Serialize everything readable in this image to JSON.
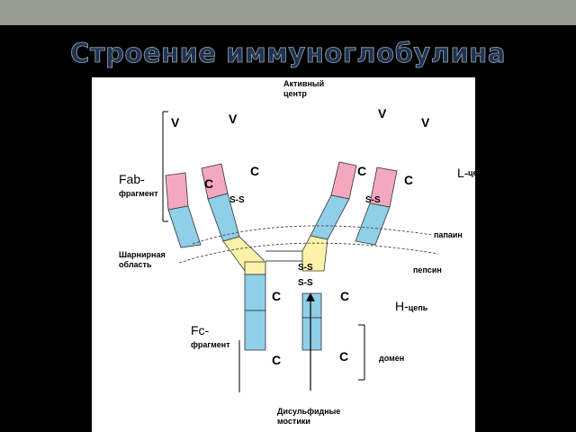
{
  "slide": {
    "title": "Строение иммуноглобулина"
  },
  "labels": {
    "active_center": "Активный центр",
    "fab_big": "Fab-",
    "fab_small": "фрагмент",
    "hinge": "Шарнирная область",
    "fc_big": "Fc-",
    "fc_small": "фрагмент",
    "l_chain_big": "L-",
    "l_chain_small": "цепь",
    "h_chain_big": "H-",
    "h_chain_small": "цепь",
    "papain": "папаин",
    "pepsin": "пепсин",
    "domain": "домен",
    "disulfide": "Дисульфидные мостики"
  },
  "domains": {
    "v": "V",
    "c": "C",
    "ss": "S-S"
  },
  "colors": {
    "variable": "#f4a8bf",
    "constant": "#8fcfe8",
    "hinge": "#fbf2a8",
    "title": "#1f3350"
  }
}
